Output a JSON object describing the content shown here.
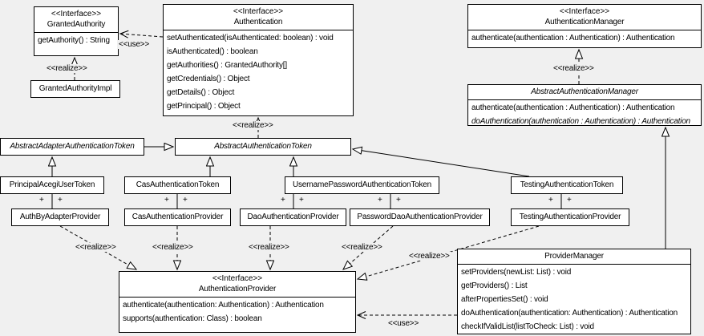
{
  "labels": {
    "use": "<<use>>",
    "realize": "<<realize>>",
    "plus": "+"
  },
  "classes": {
    "granted_authority": {
      "stereotype": "<<Interface>>",
      "name": "GrantedAuthority",
      "methods": [
        "getAuthority() : String"
      ]
    },
    "granted_authority_impl": {
      "name": "GrantedAuthorityImpl"
    },
    "authentication": {
      "stereotype": "<<Interface>>",
      "name": "Authentication",
      "methods": [
        "setAuthenticated(isAuthenticated: boolean) : void",
        "isAuthenticated() : boolean",
        "getAuthorities() : GrantedAuthority[]",
        "getCredentials() : Object",
        "getDetails() : Object",
        "getPrincipal() : Object"
      ]
    },
    "authentication_manager": {
      "stereotype": "<<Interface>>",
      "name": "AuthenticationManager",
      "methods": [
        "authenticate(authentication : Authentication) : Authentication"
      ]
    },
    "abstract_authentication_manager": {
      "name": "AbstractAuthenticationManager",
      "methods": [
        "authenticate(authentication : Authentication) : Authentication",
        "doAuthentication(authentication : Authentication) : Authentication"
      ]
    },
    "abstract_adapter_authentication_token": {
      "name": "AbstractAdapterAuthenticationToken"
    },
    "abstract_authentication_token": {
      "name": "AbstractAuthenticationToken"
    },
    "principal_acegi_user_token": {
      "name": "PrincipalAcegiUserToken"
    },
    "cas_authentication_token": {
      "name": "CasAuthenticationToken"
    },
    "username_password_authentication_token": {
      "name": "UsernamePasswordAuthenticationToken"
    },
    "testing_authentication_token": {
      "name": "TestingAuthenticationToken"
    },
    "auth_by_adapter_provider": {
      "name": "AuthByAdapterProvider"
    },
    "cas_authentication_provider": {
      "name": "CasAuthenticationProvider"
    },
    "dao_authentication_provider": {
      "name": "DaoAuthenticationProvider"
    },
    "password_dao_authentication_provider": {
      "name": "PasswordDaoAuthenticationProvider"
    },
    "testing_authentication_provider": {
      "name": "TestingAuthenticationProvider"
    },
    "authentication_provider": {
      "stereotype": "<<Interface>>",
      "name": "AuthenticationProvider",
      "methods": [
        "authenticate(authentication: Authentication) : Authentication",
        "supports(authentication: Class) : boolean"
      ]
    },
    "provider_manager": {
      "name": "ProviderManager",
      "methods": [
        "setProviders(newList: List) : void",
        "getProviders() : List",
        "afterPropertiesSet() : void",
        "doAuthentication(authentication: Authentication) : Authentication",
        "checkIfValidList(listToCheck: List) : void"
      ]
    }
  }
}
